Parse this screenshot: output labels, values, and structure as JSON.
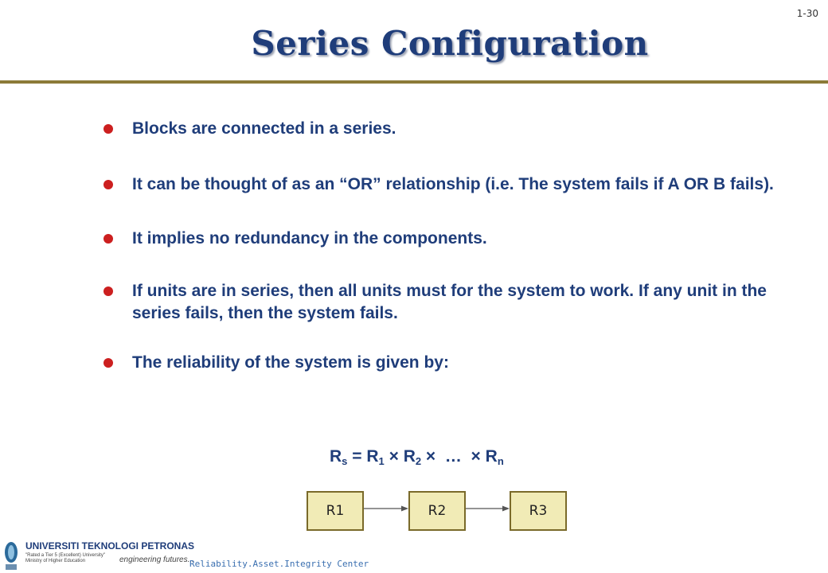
{
  "page_number": "1-30",
  "title": "Series Configuration",
  "bullets": [
    "Blocks are connected in a series.",
    "It can be thought of as an “OR” relationship (i.e. The system fails if A OR B fails).",
    "It implies no redundancy in the components.",
    "If units are in series, then all units must for the system to work. If any unit in the series fails, then the system fails.",
    "The reliability of the system is given by:"
  ],
  "formula": {
    "R": "R",
    "s": "s",
    "eq": " = ",
    "one": "1",
    "two": "2",
    "n": "n",
    "times": " × ",
    "ellipsis": " … "
  },
  "diagram": {
    "blocks": [
      "R1",
      "R2",
      "R3"
    ]
  },
  "footer": {
    "university": "UNIVERSITI TEKNOLOGI PETRONAS",
    "subtitle": "\"Rated a Tier 5 (Excellent) University\" Ministry of Higher Education",
    "tagline": "engineering futures...",
    "center_label": "Reliability.Asset.Integrity Center"
  },
  "colors": {
    "title": "#1f3d7a",
    "rule": "#8c7a38",
    "bullet_dot": "#cc1f1f",
    "block_fill": "#f1ebb6",
    "block_border": "#7a6a2a"
  }
}
